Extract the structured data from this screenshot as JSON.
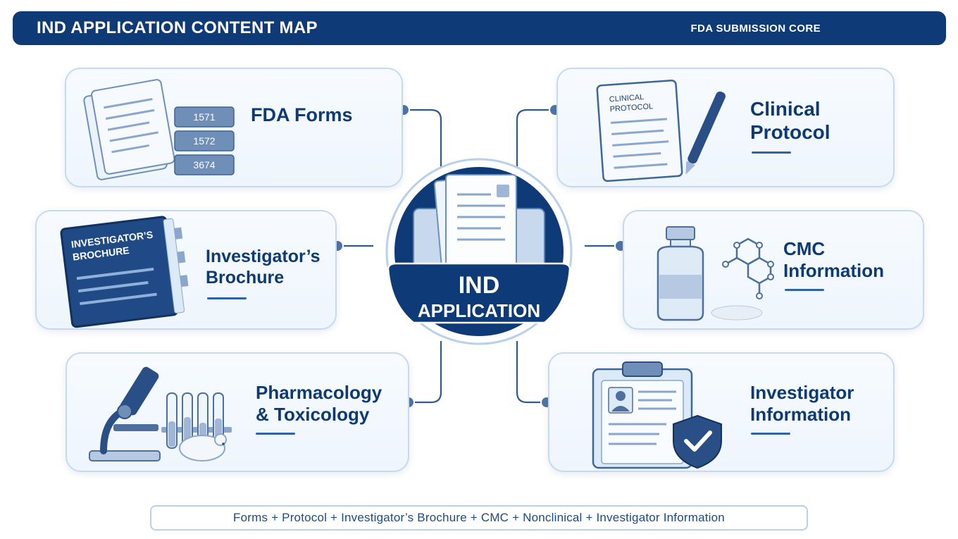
{
  "header": {
    "title": "IND APPLICATION CONTENT MAP",
    "subtitle": "FDA SUBMISSION CORE"
  },
  "hub": {
    "line1": "IND",
    "line2": "APPLICATION"
  },
  "cards": {
    "fda_forms": {
      "label": "FDA Forms",
      "form_numbers": [
        "1571",
        "1572",
        "3674"
      ]
    },
    "clinical_protocol": {
      "label_line1": "Clinical",
      "label_line2": "Protocol",
      "doc_title_line1": "CLINICAL",
      "doc_title_line2": "PROTOCOL"
    },
    "investigators_brochure": {
      "label_line1": "Investigator’s",
      "label_line2": "Brochure",
      "book_title_line1": "INVESTIGATOR’S",
      "book_title_line2": "BROCHURE"
    },
    "cmc_information": {
      "label_line1": "CMC",
      "label_line2": "Information"
    },
    "pharm_tox": {
      "label_line1": "Pharmacology",
      "label_line2": "& Toxicology"
    },
    "investigator_information": {
      "label_line1": "Investigator",
      "label_line2": "Information"
    }
  },
  "footer": {
    "summary": "Forms + Protocol + Investigator’s Brochure + CMC + Nonclinical + Investigator Information"
  },
  "colors": {
    "primary": "#0e3b78",
    "card_border": "#c7d9ee",
    "accent": "#2f63a6",
    "light": "#dce9f7"
  },
  "icons": [
    "forms-stack-icon",
    "clipboard-pen-icon",
    "brochure-book-icon",
    "vial-molecule-icon",
    "microscope-mouse-icon",
    "clipboard-shield-icon",
    "document-folder-icon"
  ]
}
